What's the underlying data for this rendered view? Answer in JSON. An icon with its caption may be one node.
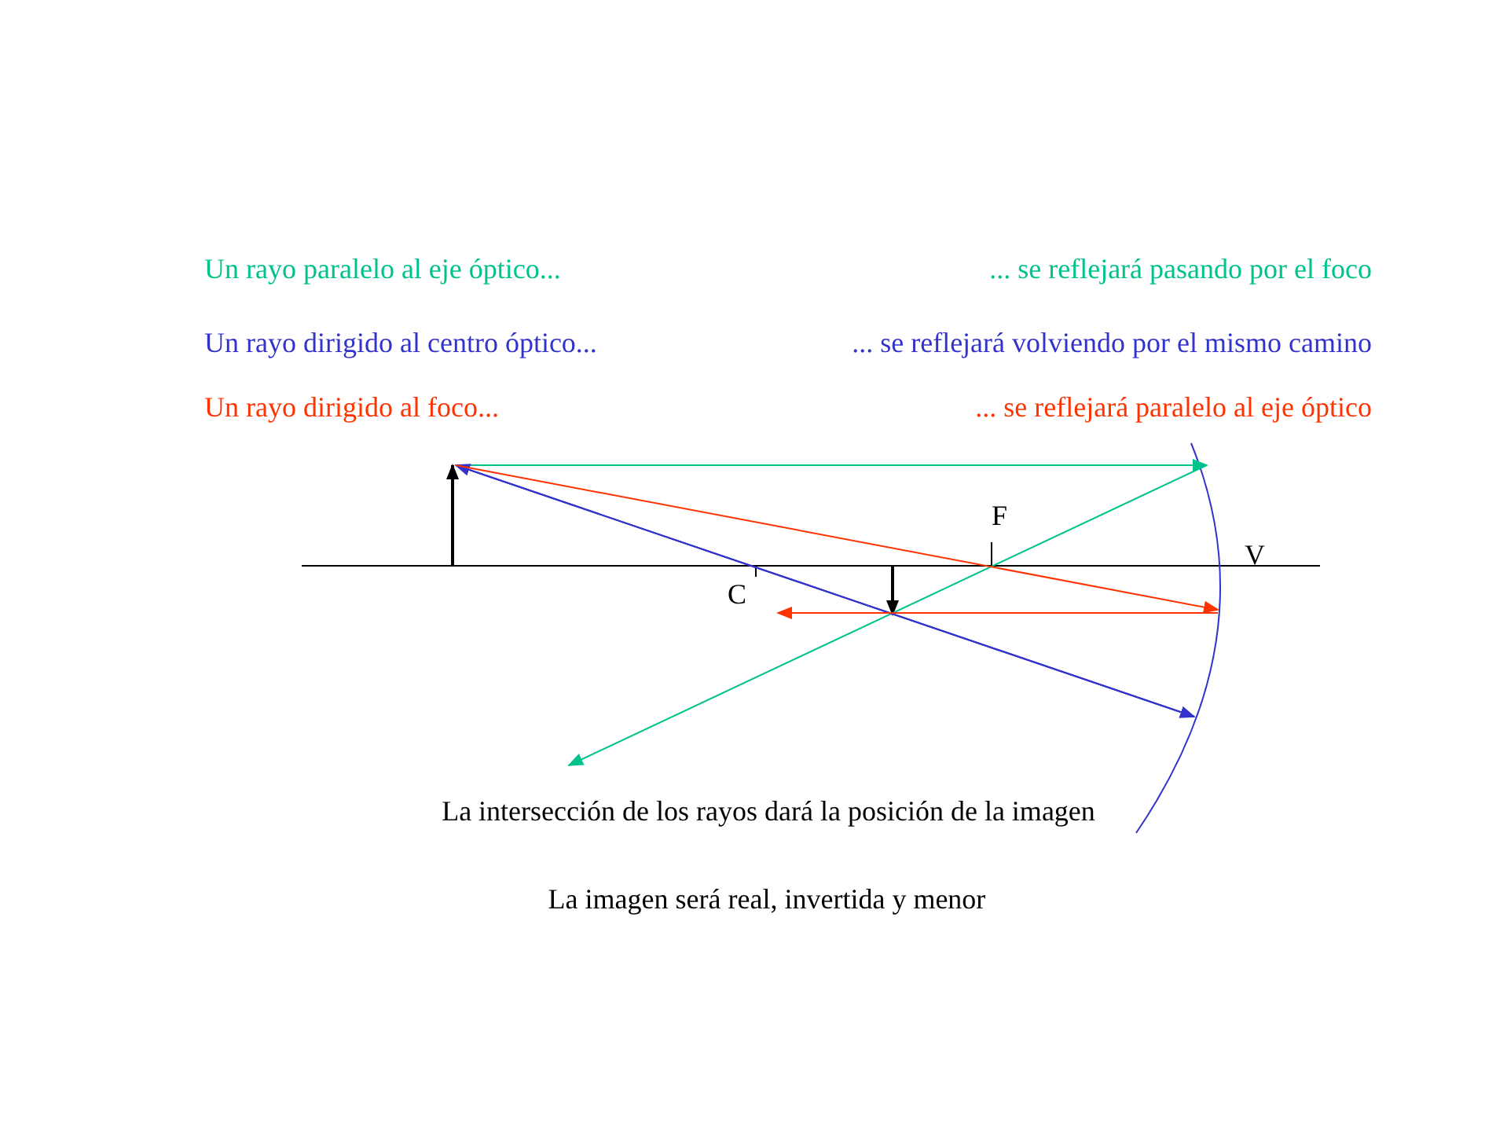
{
  "diagram": {
    "labels": [
      "Un rayo paralelo al eje óptico...",
      "... se reflejará pasando por el foco",
      "Un rayo dirigido al centro óptico...",
      "... se reflejará volviendo por el mismo camino",
      "Un rayo dirigido al foco...",
      "... se reflejará paralelo al eje óptico",
      "F",
      "V",
      "C",
      "La intersección de los rayos dará la posición de la imagen",
      "La imagen será real, invertida y menor"
    ]
  }
}
